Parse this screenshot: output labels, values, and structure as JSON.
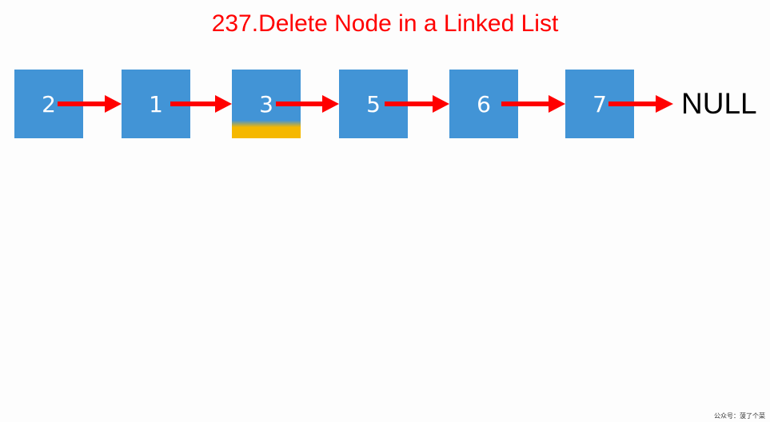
{
  "title": "237.Delete Node in a Linked List",
  "colors": {
    "title": "#ff0000",
    "node_fill": "#4294d6",
    "node_highlight": "#f5b800",
    "arrow": "#ff0000",
    "null_text": "#000000"
  },
  "nodes": [
    {
      "value": "2",
      "highlighted": false
    },
    {
      "value": "1",
      "highlighted": false
    },
    {
      "value": "3",
      "highlighted": true
    },
    {
      "value": "5",
      "highlighted": false
    },
    {
      "value": "6",
      "highlighted": false
    },
    {
      "value": "7",
      "highlighted": false
    }
  ],
  "terminal": "NULL",
  "watermark": "公众号：菠了个菜"
}
